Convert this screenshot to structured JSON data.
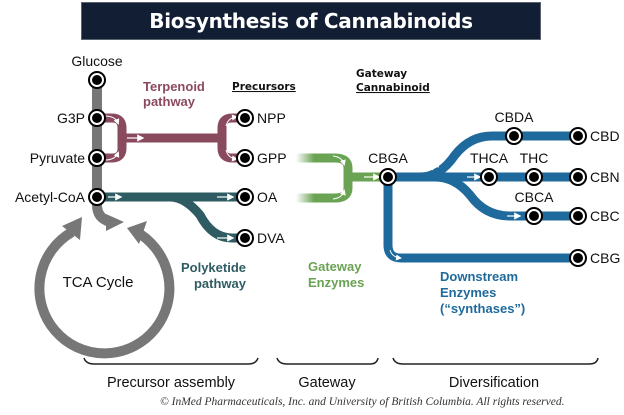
{
  "title": "Biosynthesis of Cannabinoids",
  "colors": {
    "title_bg": "#111e33",
    "core": "#777777",
    "terpenoid": "#8a4a5e",
    "polyketide": "#2f5c63",
    "gateway": "#6aa354",
    "downstream": "#1f6a9c"
  },
  "headers": {
    "precursors": "Precursors",
    "gateway_cannabinoid_line1": "Gateway",
    "gateway_cannabinoid_line2": "Cannabinoid"
  },
  "core_nodes": {
    "glucose": "Glucose",
    "g3p": "G3P",
    "pyruvate": "Pyruvate",
    "acetyl_coa": "Acetyl-CoA",
    "tca_cycle": "TCA Cycle"
  },
  "precursor_nodes": {
    "npp": "NPP",
    "gpp": "GPP",
    "oa": "OA",
    "dva": "DVA"
  },
  "pathways": {
    "terpenoid_line1": "Terpenoid",
    "terpenoid_line2": "pathway",
    "polyketide_line1": "Polyketide",
    "polyketide_line2": "pathway",
    "gateway_enzymes_line1": "Gateway",
    "gateway_enzymes_line2": "Enzymes",
    "downstream_line1": "Downstream",
    "downstream_line2": "Enzymes",
    "downstream_line3": "(“synthases”)"
  },
  "cannabinoids": {
    "cbga": "CBGA",
    "cbda": "CBDA",
    "cbd": "CBD",
    "thca": "THCA",
    "thc": "THC",
    "cbn": "CBN",
    "cbca": "CBCA",
    "cbc": "CBC",
    "cbg": "CBG"
  },
  "stages": {
    "precursor_assembly": "Precursor assembly",
    "gateway": "Gateway",
    "diversification": "Diversification"
  },
  "copyright": "© InMed Pharmaceuticals, Inc. and University of British Columbia. All rights reserved."
}
